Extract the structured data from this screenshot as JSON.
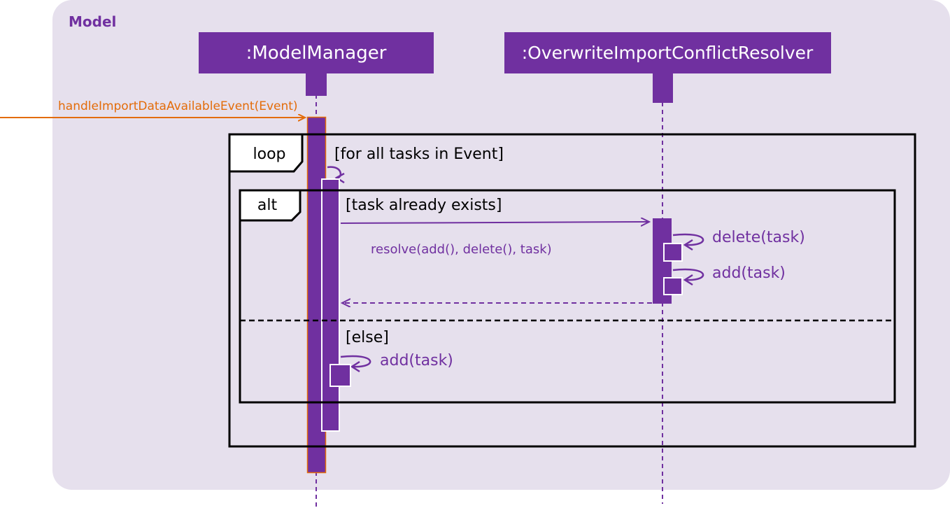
{
  "colors": {
    "package_bg": "#e6e0ed",
    "purple": "#7030a0",
    "orange": "#e36c0a",
    "frame": "#000000",
    "white": "#ffffff"
  },
  "package": {
    "label": "Model"
  },
  "participants": [
    {
      "name": ":ModelManager"
    },
    {
      "name": ":OverwriteImportConflictResolver"
    }
  ],
  "messages": {
    "incoming": "handleImportDataAvailableEvent(Event)",
    "resolve": "resolve(add(), delete(), task)",
    "delete_self": "delete(task)",
    "add_self_resolver": "add(task)",
    "add_self_else": "add(task)"
  },
  "fragments": {
    "loop": {
      "keyword": "loop",
      "guard": "[for all tasks in Event]"
    },
    "alt": {
      "keyword": "alt",
      "guard": "[task already exists]",
      "else_guard": "[else]"
    }
  }
}
